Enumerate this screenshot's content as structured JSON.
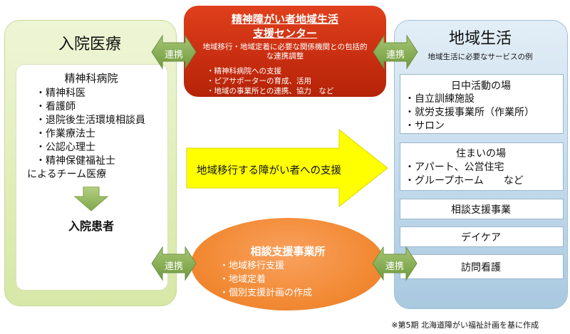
{
  "left": {
    "title": "入院医療",
    "hospital": "精神科病院",
    "staff": [
      "・精神科医",
      "・看護師",
      "・退院後生活環境相談員",
      "・作業療法士",
      "・公認心理士",
      "・精神保健福祉士"
    ],
    "team": "によるチーム医療",
    "patient": "入院患者"
  },
  "top": {
    "title_line1": "精神障がい者地域生活",
    "title_line2": "支援センター",
    "desc_line1": "地域移行・地域定着に必要な関係機関との包括的",
    "desc_line2": "な連携調整",
    "items": [
      "・精神科病院への支援",
      "・ピアサポーターの育成、活用",
      "・地域の事業所との連携、協力　など"
    ]
  },
  "middle": {
    "arrow_text": "地域移行する障がい者への支援"
  },
  "bottom": {
    "title": "相談支援事業所",
    "items": [
      "・地域移行支援",
      "・地域定着",
      "・個別支援計画の作成"
    ]
  },
  "right": {
    "title": "地域生活",
    "subtitle": "地域生活に必要なサービスの例",
    "day_title": "日中活動の場",
    "day_items": [
      "・自立訓練施設",
      "・就労支援事業所（作業所）",
      "・サロン"
    ],
    "house_title": "住まいの場",
    "house_items": [
      "・アパート、公営住宅",
      "・グループホーム　　など"
    ],
    "consult": "相談支援事業",
    "daycare": "デイケア",
    "visit": "訪問看護"
  },
  "links": {
    "label": "連携"
  },
  "footnote": "※第5期 北海道障がい福祉計画を基に作成",
  "colors": {
    "red": "#c72d10",
    "orange": "#f28a35",
    "yellow": "#ffff00",
    "green_arrow": "#8db35a",
    "blue": "#a9c9e0",
    "green_panel": "#e0edb7"
  }
}
